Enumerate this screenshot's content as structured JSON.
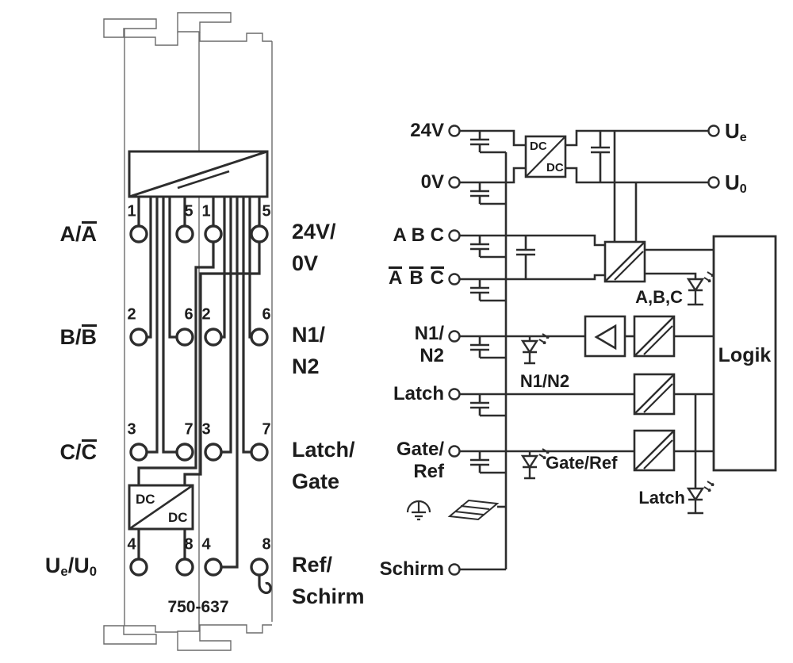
{
  "module": {
    "part_number": "750-637",
    "terminal_numbers": {
      "row1": [
        "1",
        "5",
        "1",
        "5"
      ],
      "row2": [
        "2",
        "6",
        "2",
        "6"
      ],
      "row3": [
        "3",
        "7",
        "3",
        "7"
      ],
      "row4": [
        "4",
        "8",
        "4",
        "8"
      ]
    },
    "left_labels": {
      "row1_pre": "A/",
      "row1_bar": "A",
      "row2_pre": "B/",
      "row2_bar": "B",
      "row3_pre": "C/",
      "row3_bar": "C",
      "row4_p1": "U",
      "row4_s1": "e",
      "row4_p2": "/U",
      "row4_s2": "0"
    },
    "right_labels": {
      "row1_l1": "24V/",
      "row1_l2": "0V",
      "row2_l1": "N1/",
      "row2_l2": "N2",
      "row3_l1": "Latch/",
      "row3_l2": "Gate",
      "row4_l1": "Ref/",
      "row4_l2": "Schirm"
    },
    "dc_box_top": "DC",
    "dc_box_bottom": "DC"
  },
  "circuit": {
    "in_24v": "24V",
    "in_0v": "0V",
    "in_abc": "A B C",
    "abc_bar": [
      "A",
      "B",
      "C"
    ],
    "in_n1": "N1/",
    "in_n2": "N2",
    "in_latch": "Latch",
    "in_gate": "Gate/",
    "in_ref": "Ref",
    "in_schirm": "Schirm",
    "out_ue_p": "U",
    "out_ue_s": "e",
    "out_u0_p": "U",
    "out_u0_s": "0",
    "dcdc_top": "DC",
    "dcdc_bottom": "DC",
    "logic": "Logik",
    "led_abc": "A,B,C",
    "led_n1n2": "N1/N2",
    "led_gate": "Gate/Ref",
    "led_latch": "Latch"
  }
}
